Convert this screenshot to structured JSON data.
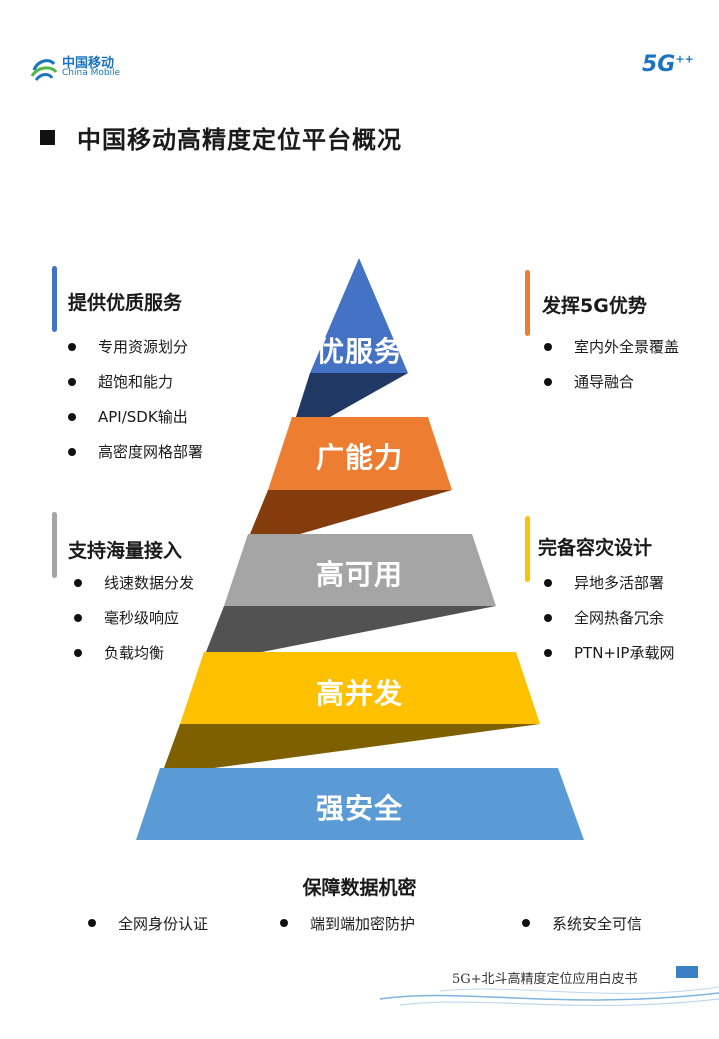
{
  "header": {
    "logo_cn": "中国移动",
    "logo_en": "China Mobile",
    "badge": "5G",
    "badge_sup": "++"
  },
  "title": "中国移动高精度定位平台概况",
  "left_sections": [
    {
      "title": "提供优质服务",
      "color": "#4472c4",
      "items": [
        "专用资源划分",
        "超饱和能力",
        "API/SDK输出",
        "高密度网格部署"
      ]
    },
    {
      "title": "支持海量接入",
      "color": "#a5a5a5",
      "items": [
        "线速数据分发",
        "毫秒级响应",
        "负载均衡"
      ]
    }
  ],
  "right_sections": [
    {
      "title": "发挥5G优势",
      "color": "#ed7d31",
      "items": [
        "室内外全景覆盖",
        "通导融合"
      ]
    },
    {
      "title": "完备容灾设计",
      "color": "#ffc000",
      "items": [
        "异地多活部署",
        "全网热备冗余",
        "PTN+IP承载网"
      ]
    }
  ],
  "pyramid": [
    {
      "label": "优服务",
      "color": "#4472c4",
      "connector": "#1f3864"
    },
    {
      "label": "广能力",
      "color": "#ed7d31",
      "connector": "#843c0c"
    },
    {
      "label": "高可用",
      "color": "#a5a5a5",
      "connector": "#525252"
    },
    {
      "label": "高并发",
      "color": "#ffc000",
      "connector": "#7f6000"
    },
    {
      "label": "强安全",
      "color": "#5b9bd5"
    }
  ],
  "bottom": {
    "title": "保障数据机密",
    "items": [
      "全网身份认证",
      "端到端加密防护",
      "系统安全可信"
    ]
  },
  "footer": {
    "text": "5G+北斗高精度定位应用白皮书"
  }
}
